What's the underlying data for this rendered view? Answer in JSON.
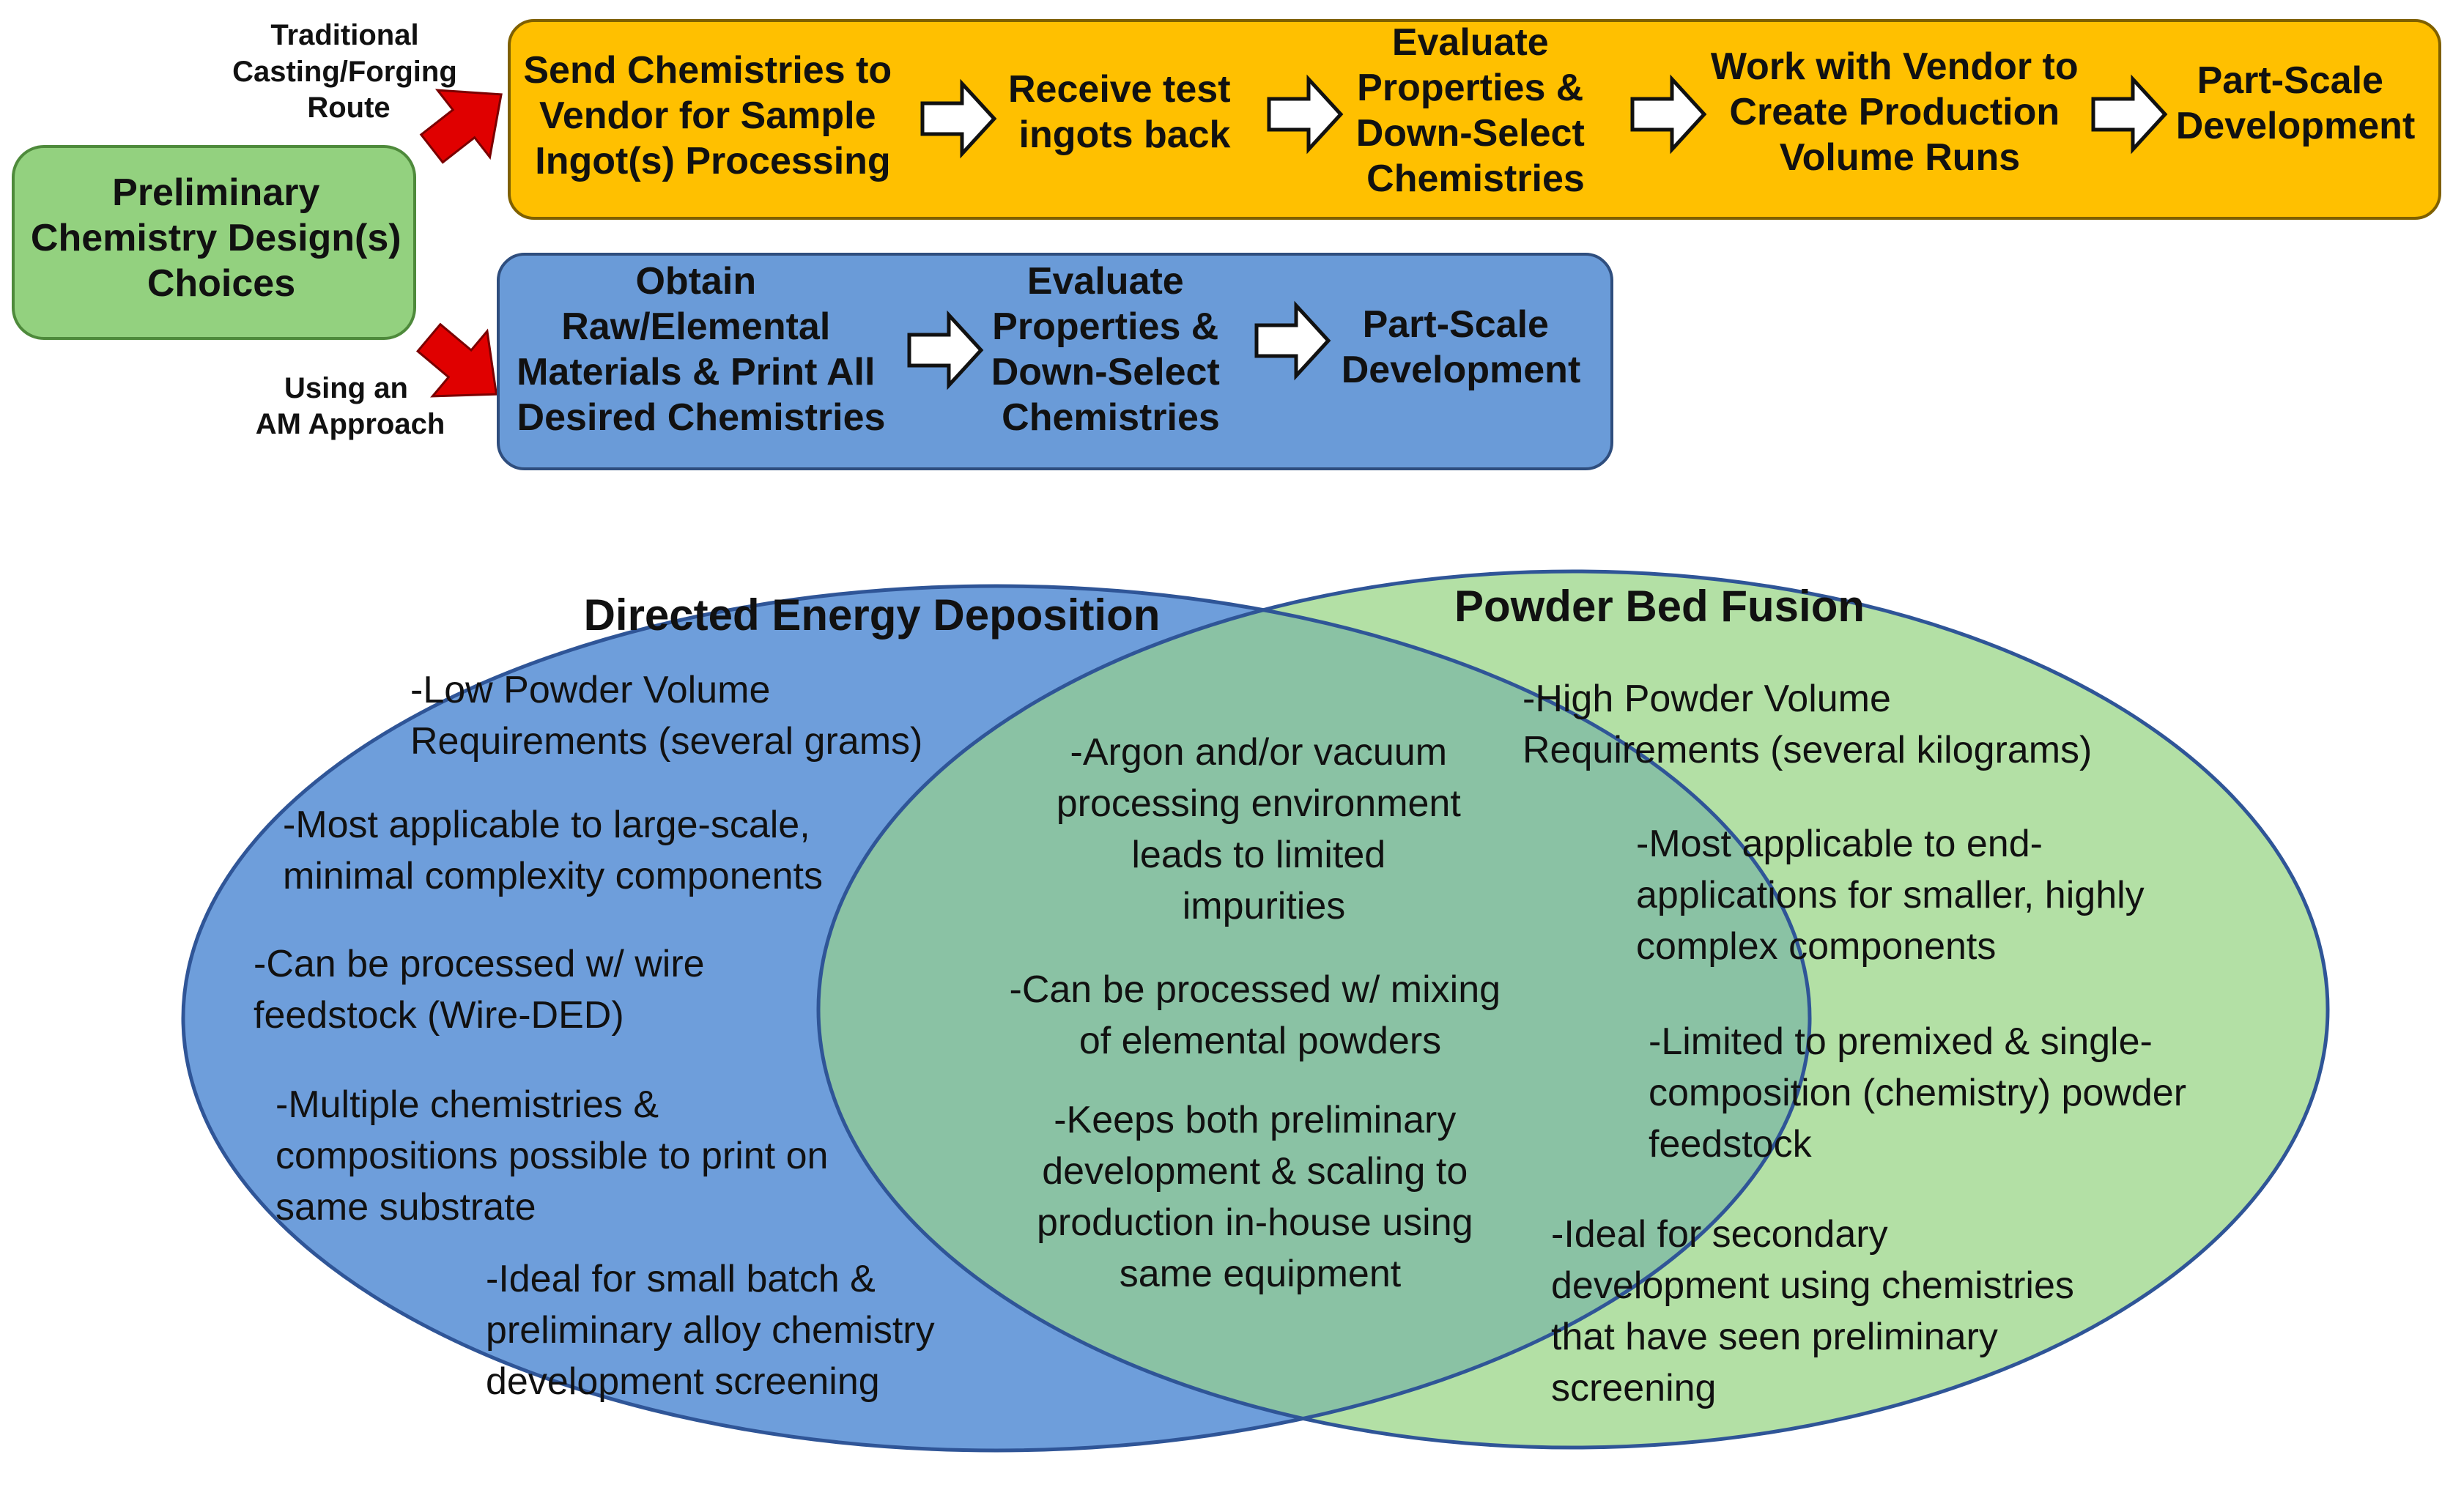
{
  "colors": {
    "start_fill": "#93D17F",
    "start_stroke": "#4E8A3B",
    "traditional_fill": "#FFC000",
    "traditional_stroke": "#7F6000",
    "am_fill": "#6A9BD8",
    "am_stroke": "#2F4E7E",
    "red_arrow": "#E00000",
    "ded_fill": "#6E9EDB",
    "pbf_fill": "#B3E0A5",
    "overlap_fill": "#8AC2A4",
    "outline": "#2F5597"
  },
  "start_box": {
    "lines": [
      "Preliminary",
      "Chemistry Design(s)",
      "Choices"
    ]
  },
  "route_labels": {
    "traditional": [
      "Traditional",
      "Casting/Forging",
      "Route"
    ],
    "am": [
      "Using an",
      "AM Approach"
    ]
  },
  "traditional_steps": [
    [
      "Send Chemistries to",
      "Vendor for Sample",
      "Ingot(s) Processing"
    ],
    [
      "Receive test",
      "ingots back"
    ],
    [
      "Evaluate",
      "Properties &",
      "Down-Select",
      "Chemistries"
    ],
    [
      "Work with Vendor to",
      "Create Production",
      "Volume Runs"
    ],
    [
      "Part-Scale",
      "Development"
    ]
  ],
  "am_steps": [
    [
      "Obtain",
      "Raw/Elemental",
      "Materials & Print All",
      "Desired Chemistries"
    ],
    [
      "Evaluate",
      "Properties &",
      "Down-Select",
      "Chemistries"
    ],
    [
      "Part-Scale",
      "Development"
    ]
  ],
  "venn": {
    "left_title": "Directed Energy Deposition",
    "right_title": "Powder Bed Fusion",
    "left_items": [
      [
        "-Low Powder Volume",
        "Requirements (several grams)"
      ],
      [
        "-Most applicable to large-scale,",
        "minimal complexity components"
      ],
      [
        "-Can be processed w/ wire",
        "feedstock (Wire-DED)"
      ],
      [
        "-Multiple chemistries &",
        "compositions possible to print on",
        "same substrate"
      ],
      [
        "-Ideal for small batch &",
        "preliminary alloy chemistry",
        "development screening"
      ]
    ],
    "center_items": [
      [
        "-Argon and/or vacuum",
        "processing environment",
        "leads to limited",
        "impurities"
      ],
      [
        "-Can be processed w/ mixing",
        "of elemental powders"
      ],
      [
        "-Keeps both preliminary",
        "development & scaling to",
        "production in-house using",
        "same equipment"
      ]
    ],
    "right_items": [
      [
        "-High Powder Volume",
        "Requirements (several kilograms)"
      ],
      [
        "-Most applicable to end-",
        "applications for smaller, highly",
        "complex components"
      ],
      [
        "-Limited to premixed & single-",
        "composition (chemistry) powder",
        "feedstock"
      ],
      [
        "-Ideal for secondary",
        "development using chemistries",
        "that have seen preliminary",
        "screening"
      ]
    ]
  }
}
